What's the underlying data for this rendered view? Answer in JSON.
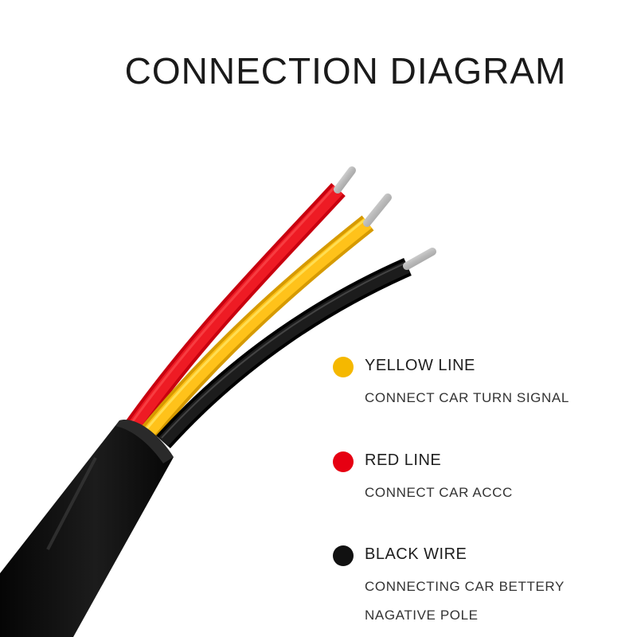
{
  "title": "CONNECTION DIAGRAM",
  "colors": {
    "yellow": "#f5b800",
    "red": "#e60012",
    "black": "#111111",
    "title": "#1a1a1a"
  },
  "legend": [
    {
      "color": "yellow",
      "heading": "YELLOW LINE",
      "lines": [
        "CONNECT CAR TURN SIGNAL"
      ]
    },
    {
      "color": "red",
      "heading": "RED LINE",
      "lines": [
        "CONNECT CAR ACCC"
      ]
    },
    {
      "color": "black",
      "heading": "BLACK WIRE",
      "lines": [
        "CONNECTING CAR BETTERY",
        "NAGATIVE POLE"
      ]
    }
  ]
}
